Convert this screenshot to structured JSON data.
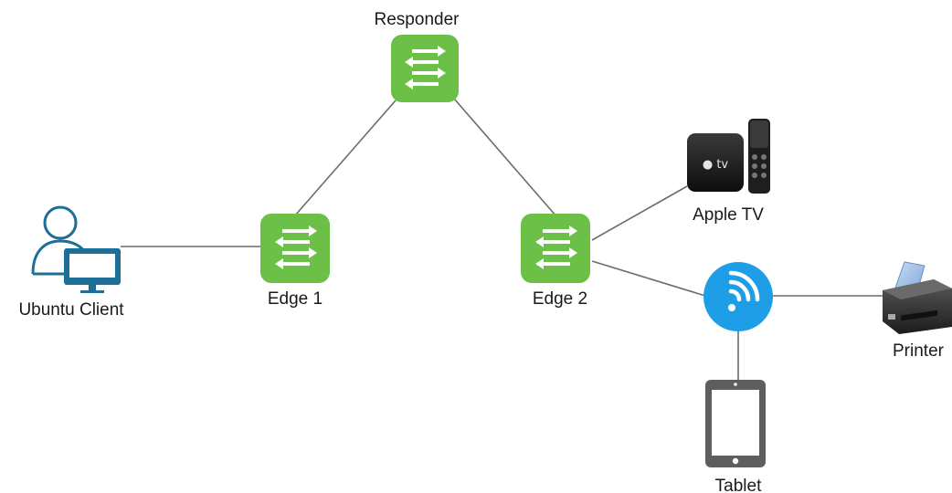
{
  "diagram": {
    "nodes": {
      "responder": {
        "label": "Responder",
        "type": "switch",
        "icon": "switch-icon"
      },
      "edge1": {
        "label": "Edge 1",
        "type": "switch",
        "icon": "switch-icon"
      },
      "edge2": {
        "label": "Edge 2",
        "type": "switch",
        "icon": "switch-icon"
      },
      "ubuntu_client": {
        "label": "Ubuntu Client",
        "type": "client",
        "icon": "user-computer-icon"
      },
      "apple_tv": {
        "label": "Apple TV",
        "type": "media-device",
        "icon": "apple-tv-icon"
      },
      "wifi_ap": {
        "label": "",
        "type": "wireless-access-point",
        "icon": "wifi-icon"
      },
      "printer": {
        "label": "Printer",
        "type": "printer",
        "icon": "printer-icon"
      },
      "tablet": {
        "label": "Tablet",
        "type": "tablet",
        "icon": "tablet-icon"
      }
    },
    "links": [
      [
        "ubuntu_client",
        "edge1"
      ],
      [
        "edge1",
        "responder"
      ],
      [
        "responder",
        "edge2"
      ],
      [
        "edge2",
        "apple_tv"
      ],
      [
        "edge2",
        "wifi_ap"
      ],
      [
        "wifi_ap",
        "printer"
      ],
      [
        "wifi_ap",
        "tablet"
      ]
    ],
    "colors": {
      "switch": "#6cbf47",
      "wifi": "#1f9ee8",
      "client": "#1d6f97",
      "line": "#6b6b6b",
      "label": "#1a1a1a"
    }
  }
}
